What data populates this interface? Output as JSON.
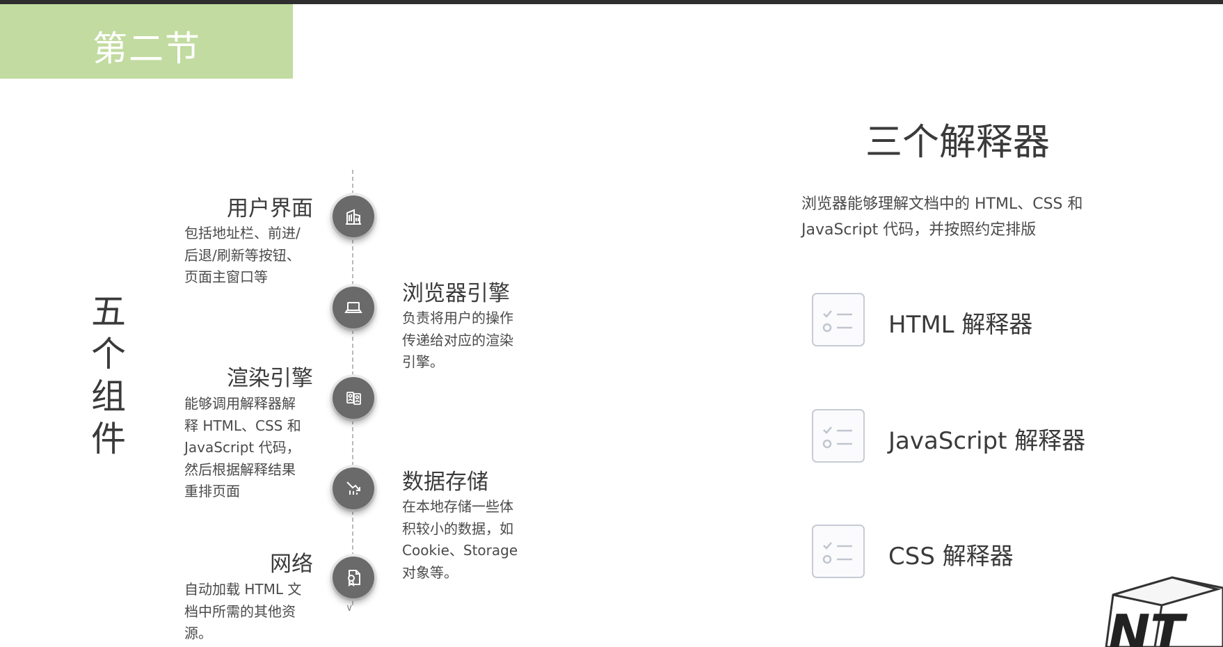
{
  "section": {
    "tag": "第二节"
  },
  "components": {
    "heading_chars": [
      "五",
      "个",
      "组",
      "件"
    ],
    "items": [
      {
        "title": "用户界面",
        "desc": [
          "包括地址栏、前进/",
          "后退/刷新等按钮、",
          "页面主窗口等"
        ],
        "icon": "building-icon"
      },
      {
        "title": "浏览器引擎",
        "desc": [
          "负责将用户的操作",
          "传递给对应的渲染",
          "引擎。"
        ],
        "icon": "laptop-icon"
      },
      {
        "title": "渲染引擎",
        "desc": [
          "能够调用解释器解",
          "释 HTML、CSS 和",
          "JavaScript 代码，",
          "然后根据解释结果",
          "重排页面"
        ],
        "icon": "id-cards-icon"
      },
      {
        "title": "数据存储",
        "desc": [
          "在本地存储一些体",
          "积较小的数据，如",
          "Cookie、Storage",
          "对象等。"
        ],
        "icon": "chart-down-icon"
      },
      {
        "title": "网络",
        "desc": [
          "自动加载 HTML 文",
          "档中所需的其他资",
          "源。"
        ],
        "icon": "certificate-doc-icon"
      }
    ]
  },
  "interpreters": {
    "title": "三个解释器",
    "intro": [
      "浏览器能够理解文档中的 HTML、CSS 和",
      "JavaScript 代码，并按照约定排版"
    ],
    "items": [
      {
        "label": "HTML 解释器",
        "icon": "checklist-icon"
      },
      {
        "label": "JavaScript 解释器",
        "icon": "checklist-icon"
      },
      {
        "label": "CSS 解释器",
        "icon": "checklist-icon"
      }
    ]
  },
  "logo": {
    "text": "NT",
    "icon": "cube-logo-icon"
  }
}
